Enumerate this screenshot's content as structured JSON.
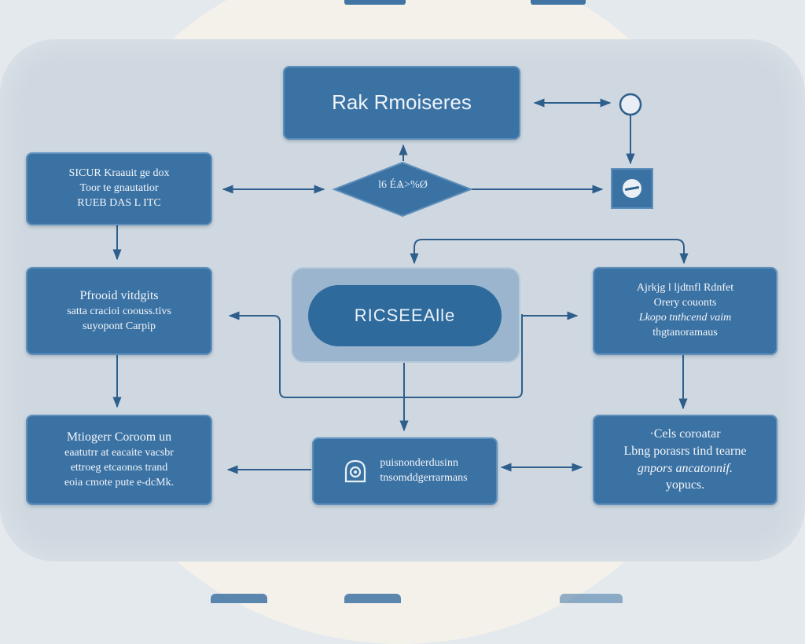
{
  "title_box": {
    "label": "Rak Rmoiseres"
  },
  "decision": {
    "label": "l6 ÉѦ>%Ø"
  },
  "center_node": {
    "label": "RICSEEAlle"
  },
  "top_left_box": {
    "lines": [
      "SICUR Kraauit ge dox",
      "Toor te gnautatior",
      "RUEB DAS L ITC"
    ]
  },
  "mid_left_box": {
    "lines": [
      "Pfrooid vitdgits",
      "satta cracioi coouss.tivs",
      "suyopont Carpip"
    ]
  },
  "bottom_left_box": {
    "lines": [
      "Mtiogerr Coroom un",
      "eaatutrr at eacaite vacsbr",
      "ettroeg etcaonos trand",
      "eoia cmote pute e-dcMk."
    ]
  },
  "mid_right_box": {
    "lines": [
      "Ajrkjg l ljdtnfl Rdnfet",
      "Orery couonts",
      "Lkopo tnthcend vaim",
      "thgtanoramaus"
    ]
  },
  "bottom_center_box": {
    "lines": [
      "puisnonderdusinn",
      "tnsomddgerrarmans"
    ]
  },
  "bottom_right_box": {
    "lines": [
      "·Cels coroatar",
      "Lbng porasrs tind tearne",
      "gnpors ancatonnif.",
      "yopucs."
    ]
  },
  "icons": {
    "terminal_circle": "circle-node-icon",
    "square_node": "no-entry-icon",
    "bottom_center": "dome-gear-icon"
  },
  "colors": {
    "box_fill": "#3b72a4",
    "panel": "#cfd8e0",
    "arrow": "#2e5f8c",
    "background": "#f3f1ea"
  }
}
